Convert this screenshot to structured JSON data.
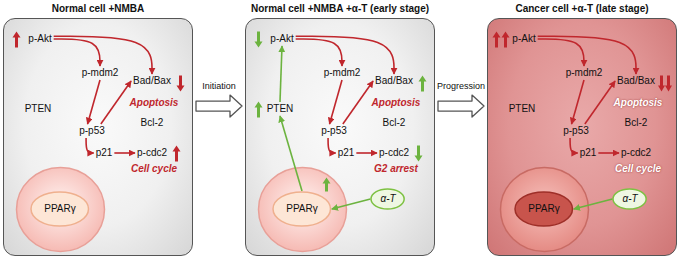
{
  "diagram": {
    "nodes": [
      {
        "text": [
          "Normal cell +NMBA"
        ]
      },
      {
        "text": [
          "p-Akt"
        ],
        "in": 0
      },
      {
        "text": [
          "p-mdm2"
        ],
        "in": 0
      },
      {
        "text": [
          "Bad/Bax"
        ],
        "in": 0
      },
      {
        "text": [
          "PTEN"
        ],
        "in": 0
      },
      {
        "text": [
          "Bcl-2"
        ],
        "in": 0
      },
      {
        "text": [
          "p-p53"
        ],
        "in": 0
      },
      {
        "text": [
          "p21"
        ],
        "in": 0
      },
      {
        "text": [
          "p-cdc2"
        ],
        "in": 0
      },
      {
        "text": [
          "PPARγ"
        ],
        "in": 0
      },
      {
        "text": [
          "Normal cell +NMBA +α-T (early stage)"
        ]
      },
      {
        "text": [
          "p-Akt"
        ],
        "in": 10
      },
      {
        "text": [
          "p-mdm2"
        ],
        "in": 10
      },
      {
        "text": [
          "Bad/Bax"
        ],
        "in": 10
      },
      {
        "text": [
          "PTEN"
        ],
        "in": 10
      },
      {
        "text": [
          "Bcl-2"
        ],
        "in": 10
      },
      {
        "text": [
          "p-p53"
        ],
        "in": 10
      },
      {
        "text": [
          "p21"
        ],
        "in": 10
      },
      {
        "text": [
          "p-cdc2"
        ],
        "in": 10
      },
      {
        "text": [
          "PPARγ"
        ],
        "in": 10
      },
      {
        "text": [
          "α-T"
        ],
        "in": 10
      },
      {
        "text": [
          "Cancer cell +α-T (late stage)"
        ]
      },
      {
        "text": [
          "p-Akt"
        ],
        "in": 21
      },
      {
        "text": [
          "p-mdm2"
        ],
        "in": 21
      },
      {
        "text": [
          "Bad/Bax"
        ],
        "in": 21
      },
      {
        "text": [
          "PTEN"
        ],
        "in": 21
      },
      {
        "text": [
          "Bcl-2"
        ],
        "in": 21
      },
      {
        "text": [
          "p-p53"
        ],
        "in": 21
      },
      {
        "text": [
          "p21"
        ],
        "in": 21
      },
      {
        "text": [
          "p-cdc2"
        ],
        "in": 21
      },
      {
        "text": [
          "PPARγ"
        ],
        "in": 21
      },
      {
        "text": [
          "α-T"
        ],
        "in": 21
      }
    ],
    "edges": [
      {
        "from": 1,
        "to": 2,
        "arrow": "to"
      },
      {
        "from": 1,
        "to": 3,
        "arrow": "to"
      },
      {
        "from": 2,
        "to": 6,
        "arrow": "to"
      },
      {
        "from": 6,
        "to": 3,
        "arrow": "to"
      },
      {
        "from": 6,
        "to": 7,
        "arrow": "to"
      },
      {
        "from": 7,
        "to": 8,
        "arrow": "to"
      },
      {
        "from": 0,
        "to": 10,
        "label": "Initiation",
        "arrow": "to"
      },
      {
        "from": 14,
        "to": 11,
        "arrow": "to"
      },
      {
        "from": 11,
        "to": 12,
        "arrow": "to"
      },
      {
        "from": 11,
        "to": 13,
        "arrow": "to"
      },
      {
        "from": 12,
        "to": 16,
        "arrow": "to"
      },
      {
        "from": 16,
        "to": 13,
        "arrow": "to"
      },
      {
        "from": 16,
        "to": 17,
        "arrow": "to"
      },
      {
        "from": 17,
        "to": 18,
        "arrow": "to"
      },
      {
        "from": 19,
        "to": 14,
        "arrow": "to"
      },
      {
        "from": 20,
        "to": 19,
        "arrow": "to"
      },
      {
        "from": 10,
        "to": 21,
        "label": "Progression",
        "arrow": "to"
      },
      {
        "from": 22,
        "to": 23,
        "arrow": "to"
      },
      {
        "from": 22,
        "to": 24,
        "arrow": "to"
      },
      {
        "from": 23,
        "to": 27,
        "arrow": "to"
      },
      {
        "from": 27,
        "to": 24,
        "arrow": "to"
      },
      {
        "from": 27,
        "to": 28,
        "arrow": "to"
      },
      {
        "from": 28,
        "to": 29,
        "arrow": "to"
      },
      {
        "from": 31,
        "to": 30,
        "arrow": "to"
      }
    ],
    "labels": [
      "Apoptosis",
      "Cell cycle",
      "Apoptosis",
      "G2 arrest",
      "Apoptosis",
      "Cell cycle"
    ]
  }
}
